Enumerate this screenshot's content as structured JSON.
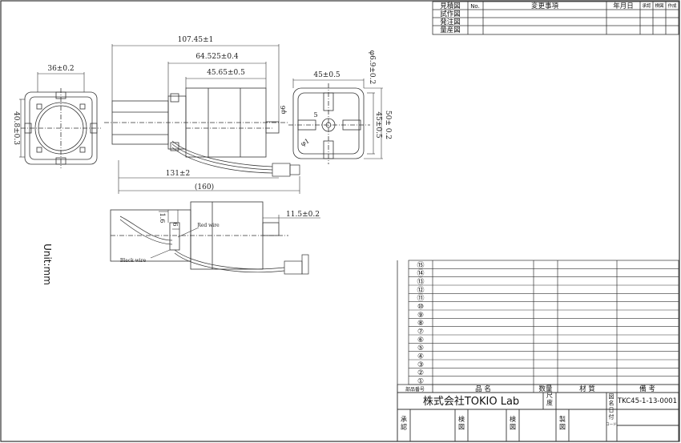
{
  "revision_block": {
    "row_labels": [
      "見積図",
      "試作図",
      "発注図",
      "量産図"
    ],
    "headers": {
      "no": "No.",
      "change": "変更事項",
      "date": "年月日",
      "approve": "承認",
      "check": "検図",
      "make": "作成"
    }
  },
  "dimensions": {
    "d_107": "107.45±1",
    "d_64": "64.525±0.4",
    "d_45_65": "45.65±0.5",
    "d_36": "36±0.2",
    "d_40_8": "40.8±0.3",
    "d_131": "131±2",
    "d_160": "(160)",
    "d_phi6": "φ6",
    "d_45a": "45±0.5",
    "d_phi6_9": "φ6.9±0.2",
    "d_5": "5",
    "d_phi1": "φ1",
    "d_50": "50± 0.2",
    "d_45b": "45±0.5",
    "d_11_5": "11.5±0.2",
    "d_1_6": "1.6",
    "d_6": "6"
  },
  "wire_labels": {
    "red": "Red wire",
    "black": "Black wire"
  },
  "unit_label": "Unit:mm",
  "parts_list": {
    "numbers": [
      "⑮",
      "⑭",
      "⑬",
      "⑫",
      "⑪",
      "⑩",
      "⑨",
      "⑧",
      "⑦",
      "⑥",
      "⑤",
      "④",
      "③",
      "②",
      "①"
    ],
    "headers": {
      "part_no": "部品番号",
      "name": "品 名",
      "qty": "数量",
      "material": "材 質",
      "remarks": "備 考"
    }
  },
  "title_block": {
    "company": "株式会社TOKIO Lab",
    "scale_label": "尺\n度",
    "drawing_label": "図\n名\n日\n付\nコード",
    "drawing_code": "TKC45-1-13-0001",
    "approve": "承\n認",
    "check": "検\n図",
    "check2": "検\n図",
    "make": "製\n図"
  }
}
